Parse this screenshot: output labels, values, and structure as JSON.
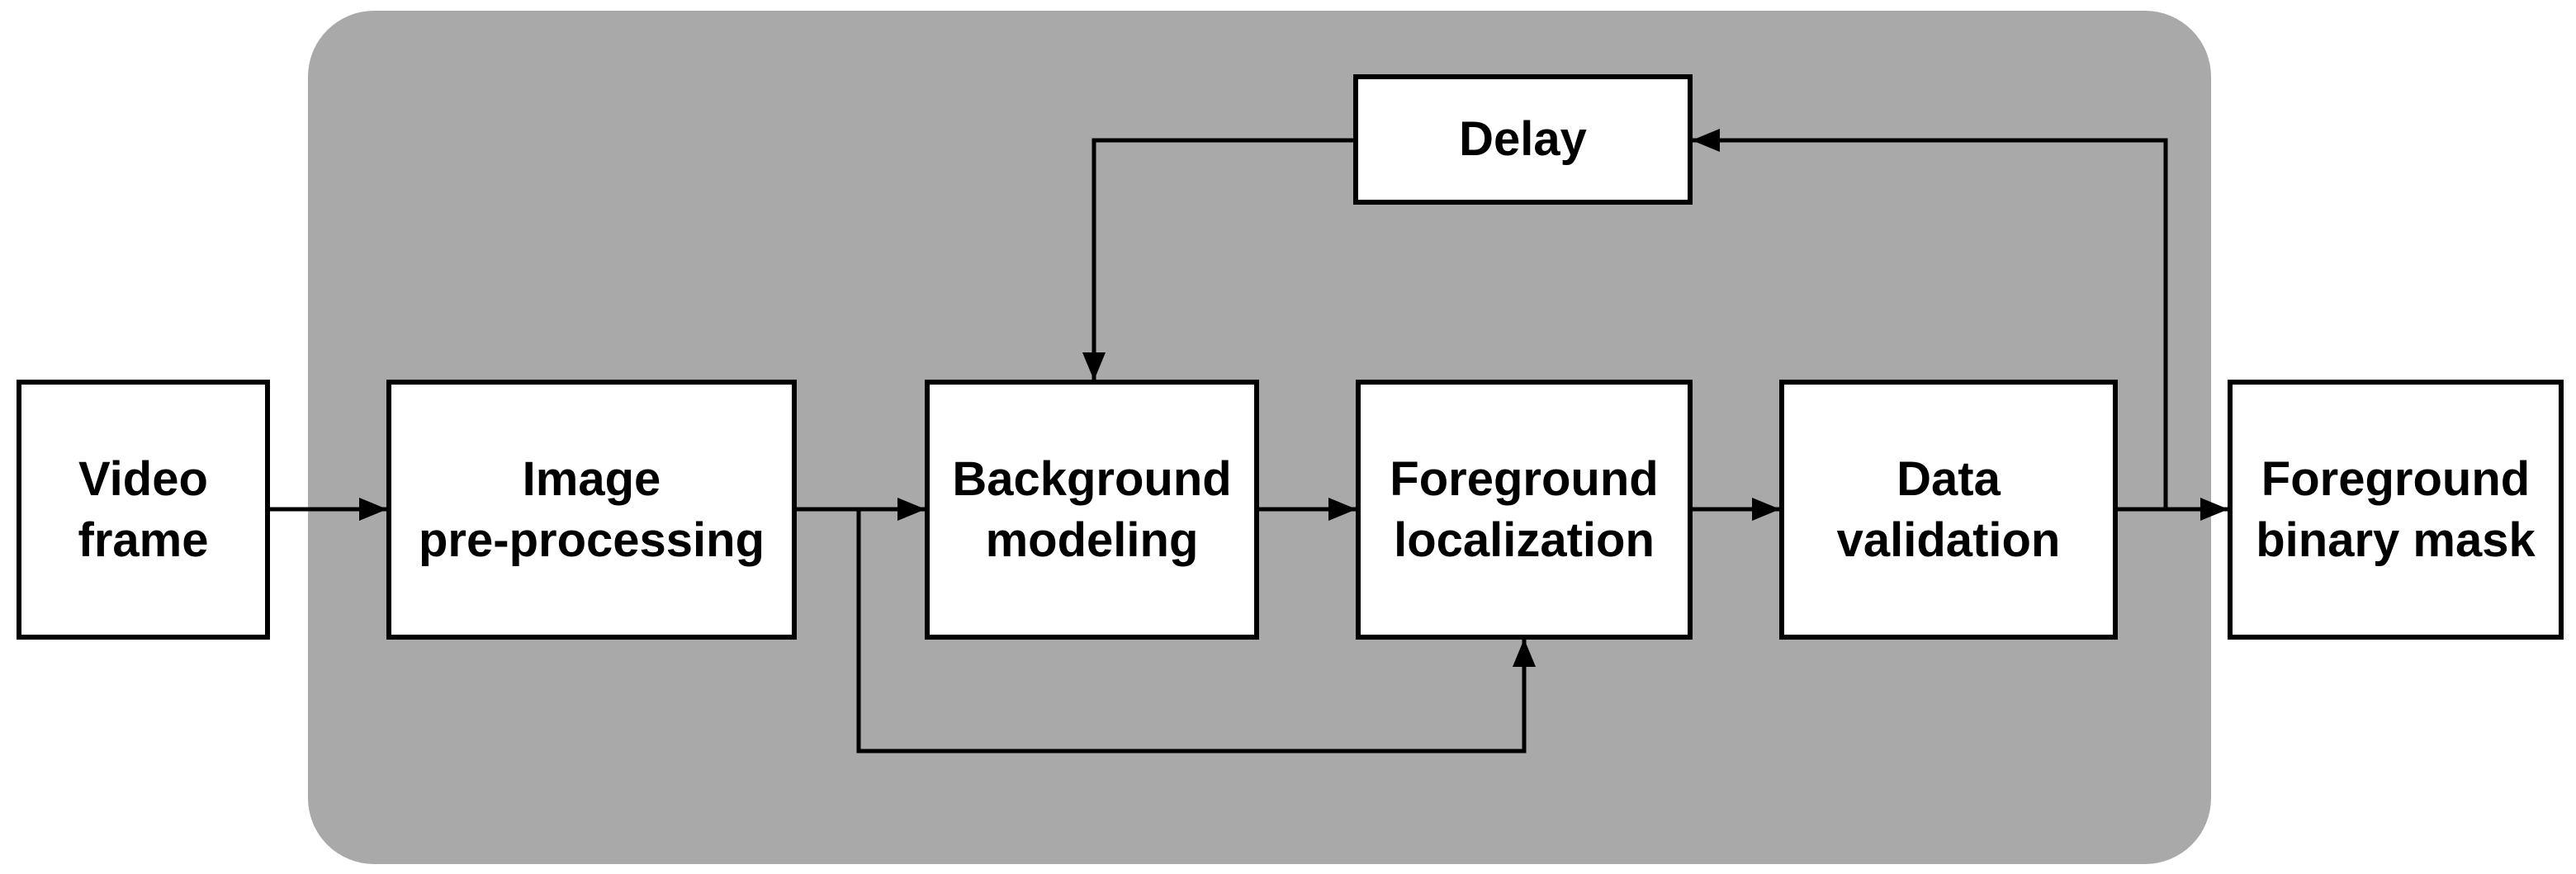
{
  "diagram": {
    "type": "block-flow-diagram",
    "background_color": "#ffffff",
    "container_color": "#a9a9a9",
    "line_color": "#000000",
    "box_fill": "#ffffff",
    "box_border_color": "#000000",
    "nodes": {
      "video_frame": {
        "label": "Video\nframe"
      },
      "image_preprocessing": {
        "label": "Image\npre-processing"
      },
      "background_modeling": {
        "label": "Background\nmodeling"
      },
      "foreground_localization": {
        "label": "Foreground\nlocalization"
      },
      "data_validation": {
        "label": "Data\nvalidation"
      },
      "foreground_binary_mask": {
        "label": "Foreground\nbinary mask"
      },
      "delay": {
        "label": "Delay"
      }
    },
    "edges": [
      {
        "from": "video_frame",
        "to": "image_preprocessing"
      },
      {
        "from": "image_preprocessing",
        "to": "background_modeling"
      },
      {
        "from": "image_preprocessing",
        "to": "foreground_localization",
        "route": "bottom-bypass"
      },
      {
        "from": "background_modeling",
        "to": "foreground_localization"
      },
      {
        "from": "foreground_localization",
        "to": "data_validation"
      },
      {
        "from": "data_validation",
        "to": "foreground_binary_mask"
      },
      {
        "from": "data_validation",
        "to": "delay",
        "route": "top-feedback"
      },
      {
        "from": "delay",
        "to": "background_modeling",
        "route": "top-left-drop"
      }
    ]
  }
}
